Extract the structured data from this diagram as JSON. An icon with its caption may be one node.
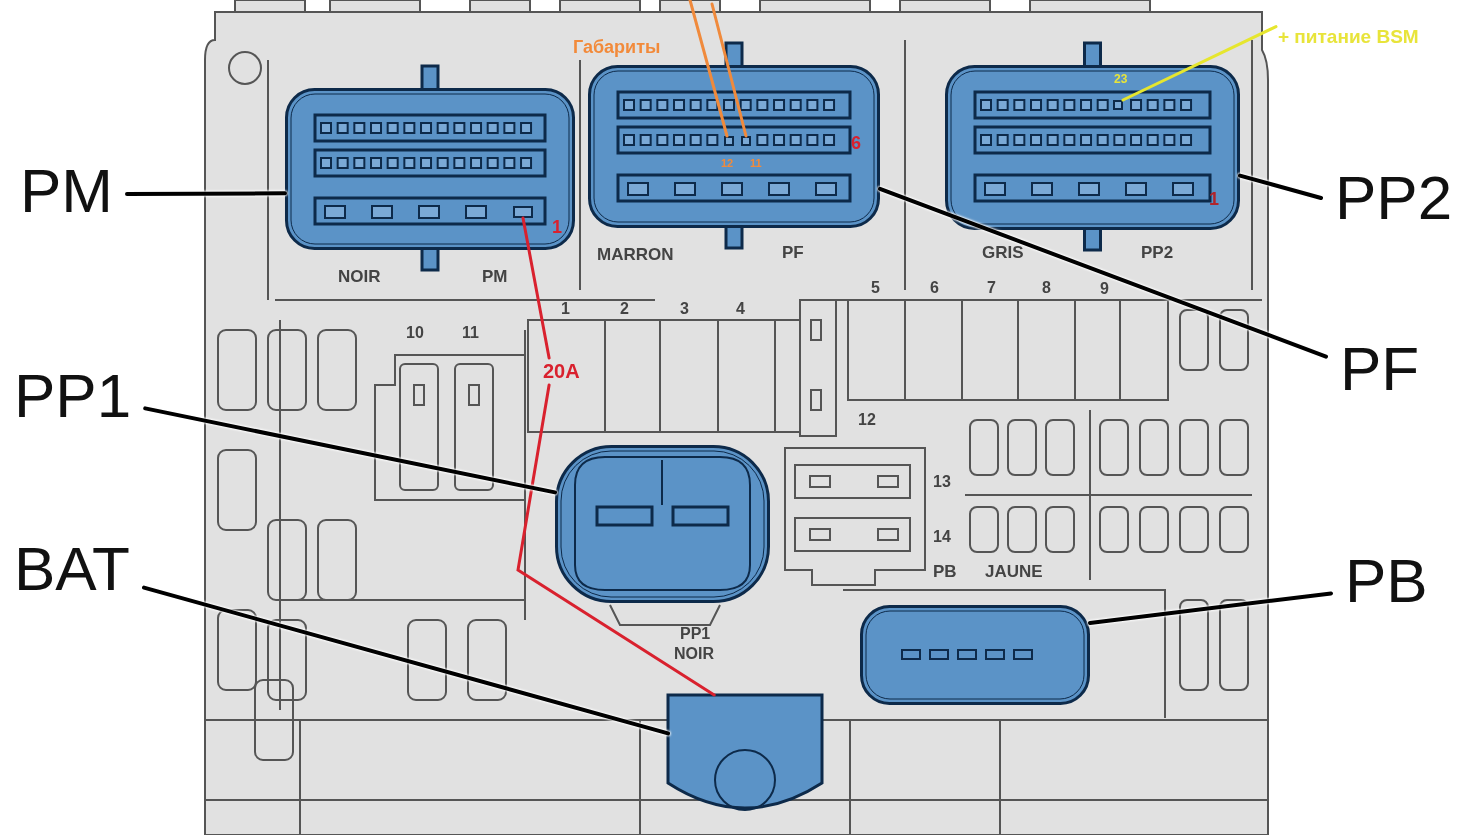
{
  "diagram": {
    "nodes": [
      {
        "text": [
          "PM"
        ]
      },
      {
        "text": [],
        "shape": "box"
      },
      {
        "text": [],
        "shape": "box",
        "in": 1
      },
      {
        "text": [],
        "shape": "box"
      },
      {
        "text": [],
        "shape": "box",
        "in": 3
      },
      {
        "text": [],
        "shape": "box",
        "in": 3
      },
      {
        "text": [],
        "shape": "box"
      },
      {
        "text": [],
        "shape": "box",
        "in": 6
      },
      {
        "text": [
          "+ питание BSM"
        ]
      },
      {
        "text": [
          "PP2"
        ]
      },
      {
        "text": [
          "PF"
        ]
      },
      {
        "text": [
          "PP1"
        ]
      },
      {
        "text": [
          "20A"
        ]
      },
      {
        "text": [],
        "shape": "box"
      },
      {
        "text": [
          "BAT"
        ]
      },
      {
        "text": [],
        "shape": "box"
      },
      {
        "text": [
          "PB"
        ]
      },
      {
        "text": [],
        "shape": "box"
      }
    ],
    "edges": [
      {
        "from": 0,
        "to": 1,
        "arrow": "none"
      },
      {
        "from": null,
        "to": 4,
        "arrow": "none",
        "color": "#f08a3c"
      },
      {
        "from": null,
        "to": 5,
        "arrow": "none",
        "color": "#f08a3c"
      },
      {
        "from": 8,
        "to": 7,
        "arrow": "none",
        "color": "#e6e62e"
      },
      {
        "from": 9,
        "to": 6,
        "arrow": "none"
      },
      {
        "from": 10,
        "to": 3,
        "arrow": "none"
      },
      {
        "from": 2,
        "to": 12,
        "arrow": "none",
        "color": "#d9212e"
      },
      {
        "from": 12,
        "to": 15,
        "arrow": "none",
        "color": "#d9212e"
      },
      {
        "from": 11,
        "to": 13,
        "arrow": "none"
      },
      {
        "from": 14,
        "to": 15,
        "arrow": "none"
      },
      {
        "from": 16,
        "to": 17,
        "arrow": "none"
      }
    ],
    "labels": [
      "Габариты",
      "23",
      "6",
      "12",
      "11",
      "1",
      "1",
      "NOIR",
      "PM",
      "MARRON",
      "PF",
      "GRIS",
      "PP2",
      "5",
      "6",
      "7",
      "8",
      "9",
      "1",
      "2",
      "3",
      "4",
      "10",
      "11",
      "12",
      "13",
      "14",
      "PB",
      "JAUNE",
      "PP1",
      "NOIR"
    ]
  }
}
